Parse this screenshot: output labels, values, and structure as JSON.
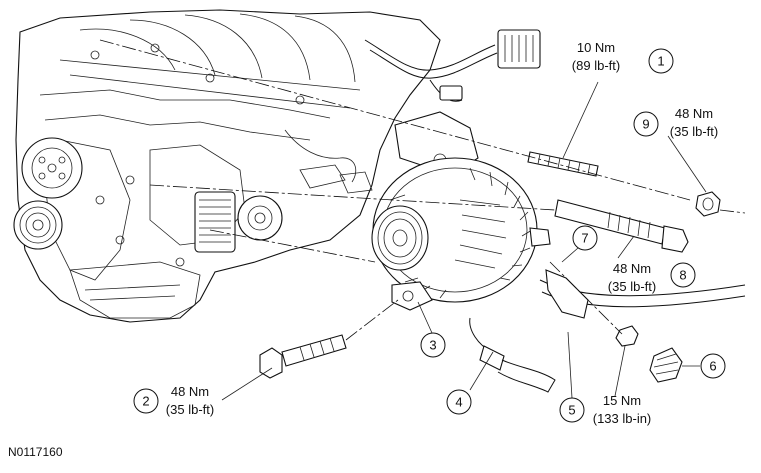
{
  "figure_id": "N0117160",
  "callouts": [
    {
      "num": "1",
      "torque_nm": "10 Nm",
      "torque_imp": "(89 lb-ft)"
    },
    {
      "num": "2",
      "torque_nm": "48 Nm",
      "torque_imp": "(35 lb-ft)"
    },
    {
      "num": "3"
    },
    {
      "num": "4"
    },
    {
      "num": "5",
      "torque_nm": "15 Nm",
      "torque_imp": "(133 lb-in)"
    },
    {
      "num": "6"
    },
    {
      "num": "7"
    },
    {
      "num": "8",
      "torque_nm": "48 Nm",
      "torque_imp": "(35 lb-ft)"
    },
    {
      "num": "9",
      "torque_nm": "48 Nm",
      "torque_imp": "(35 lb-ft)"
    }
  ],
  "colors": {
    "line": "#111111",
    "background": "#ffffff"
  }
}
